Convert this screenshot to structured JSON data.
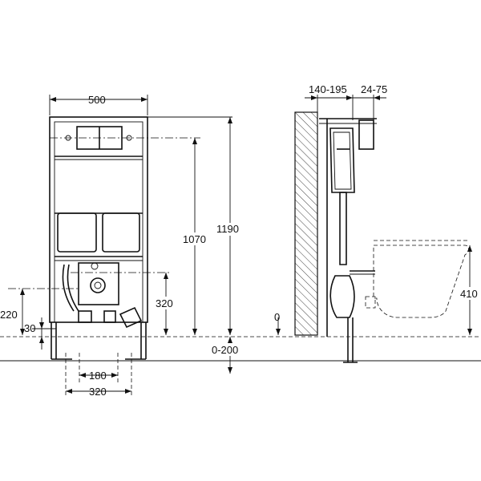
{
  "dimensions": {
    "frame_width": "500",
    "mount_height_1070": "1070",
    "frame_height_1190": "1190",
    "drain_height_320": "320",
    "left_220": "220",
    "left_30": "30",
    "floor_0_200": "0-200",
    "bottom_180": "180",
    "bottom_320": "320",
    "floor_zero": "0",
    "wall_gap": "140-195",
    "cistern_depth": "24-75",
    "bowl_height": "410"
  },
  "colors": {
    "line": "#111111",
    "background": "#ffffff"
  }
}
